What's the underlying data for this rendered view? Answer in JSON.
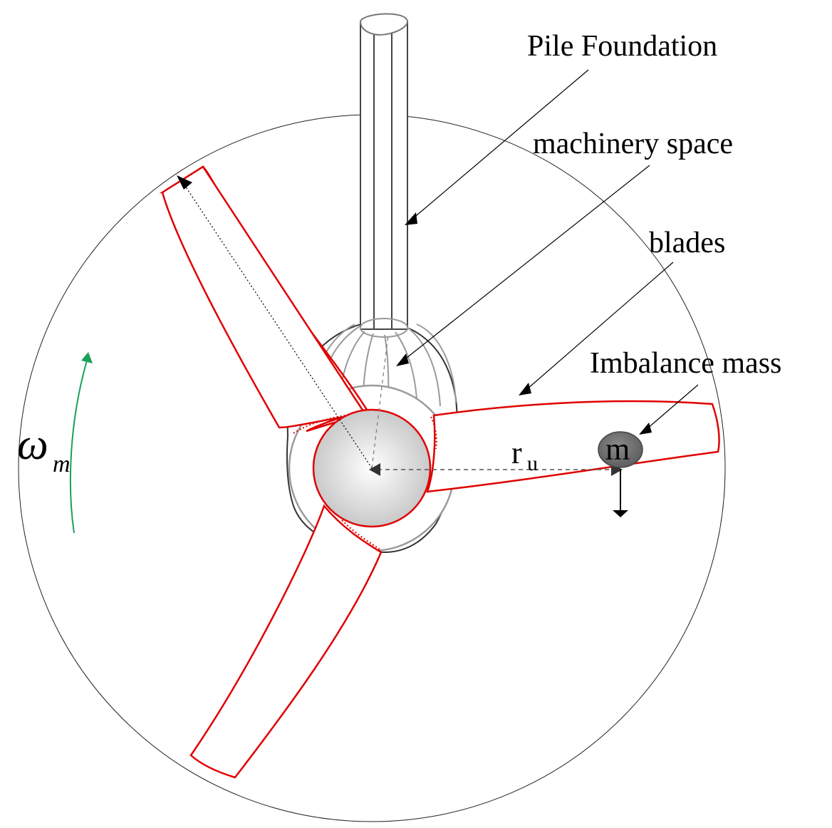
{
  "labels": {
    "pile_foundation": "Pile Foundation",
    "machinery_space": "machinery space",
    "blades": "blades",
    "imbalance_mass": "Imbalance mass",
    "radius_symbol": "r",
    "radius_subscript": "u",
    "mass_symbol": "m",
    "omega_symbol": "ω",
    "omega_subscript": "m"
  },
  "colors": {
    "blade_outline": "#e00000",
    "rotation_arrow": "#1aa05a",
    "rotor_circle": "#222222",
    "pile_outline": "#444444",
    "nacelle_outline": "#8c8c8c",
    "mass_fill": "#777777"
  }
}
